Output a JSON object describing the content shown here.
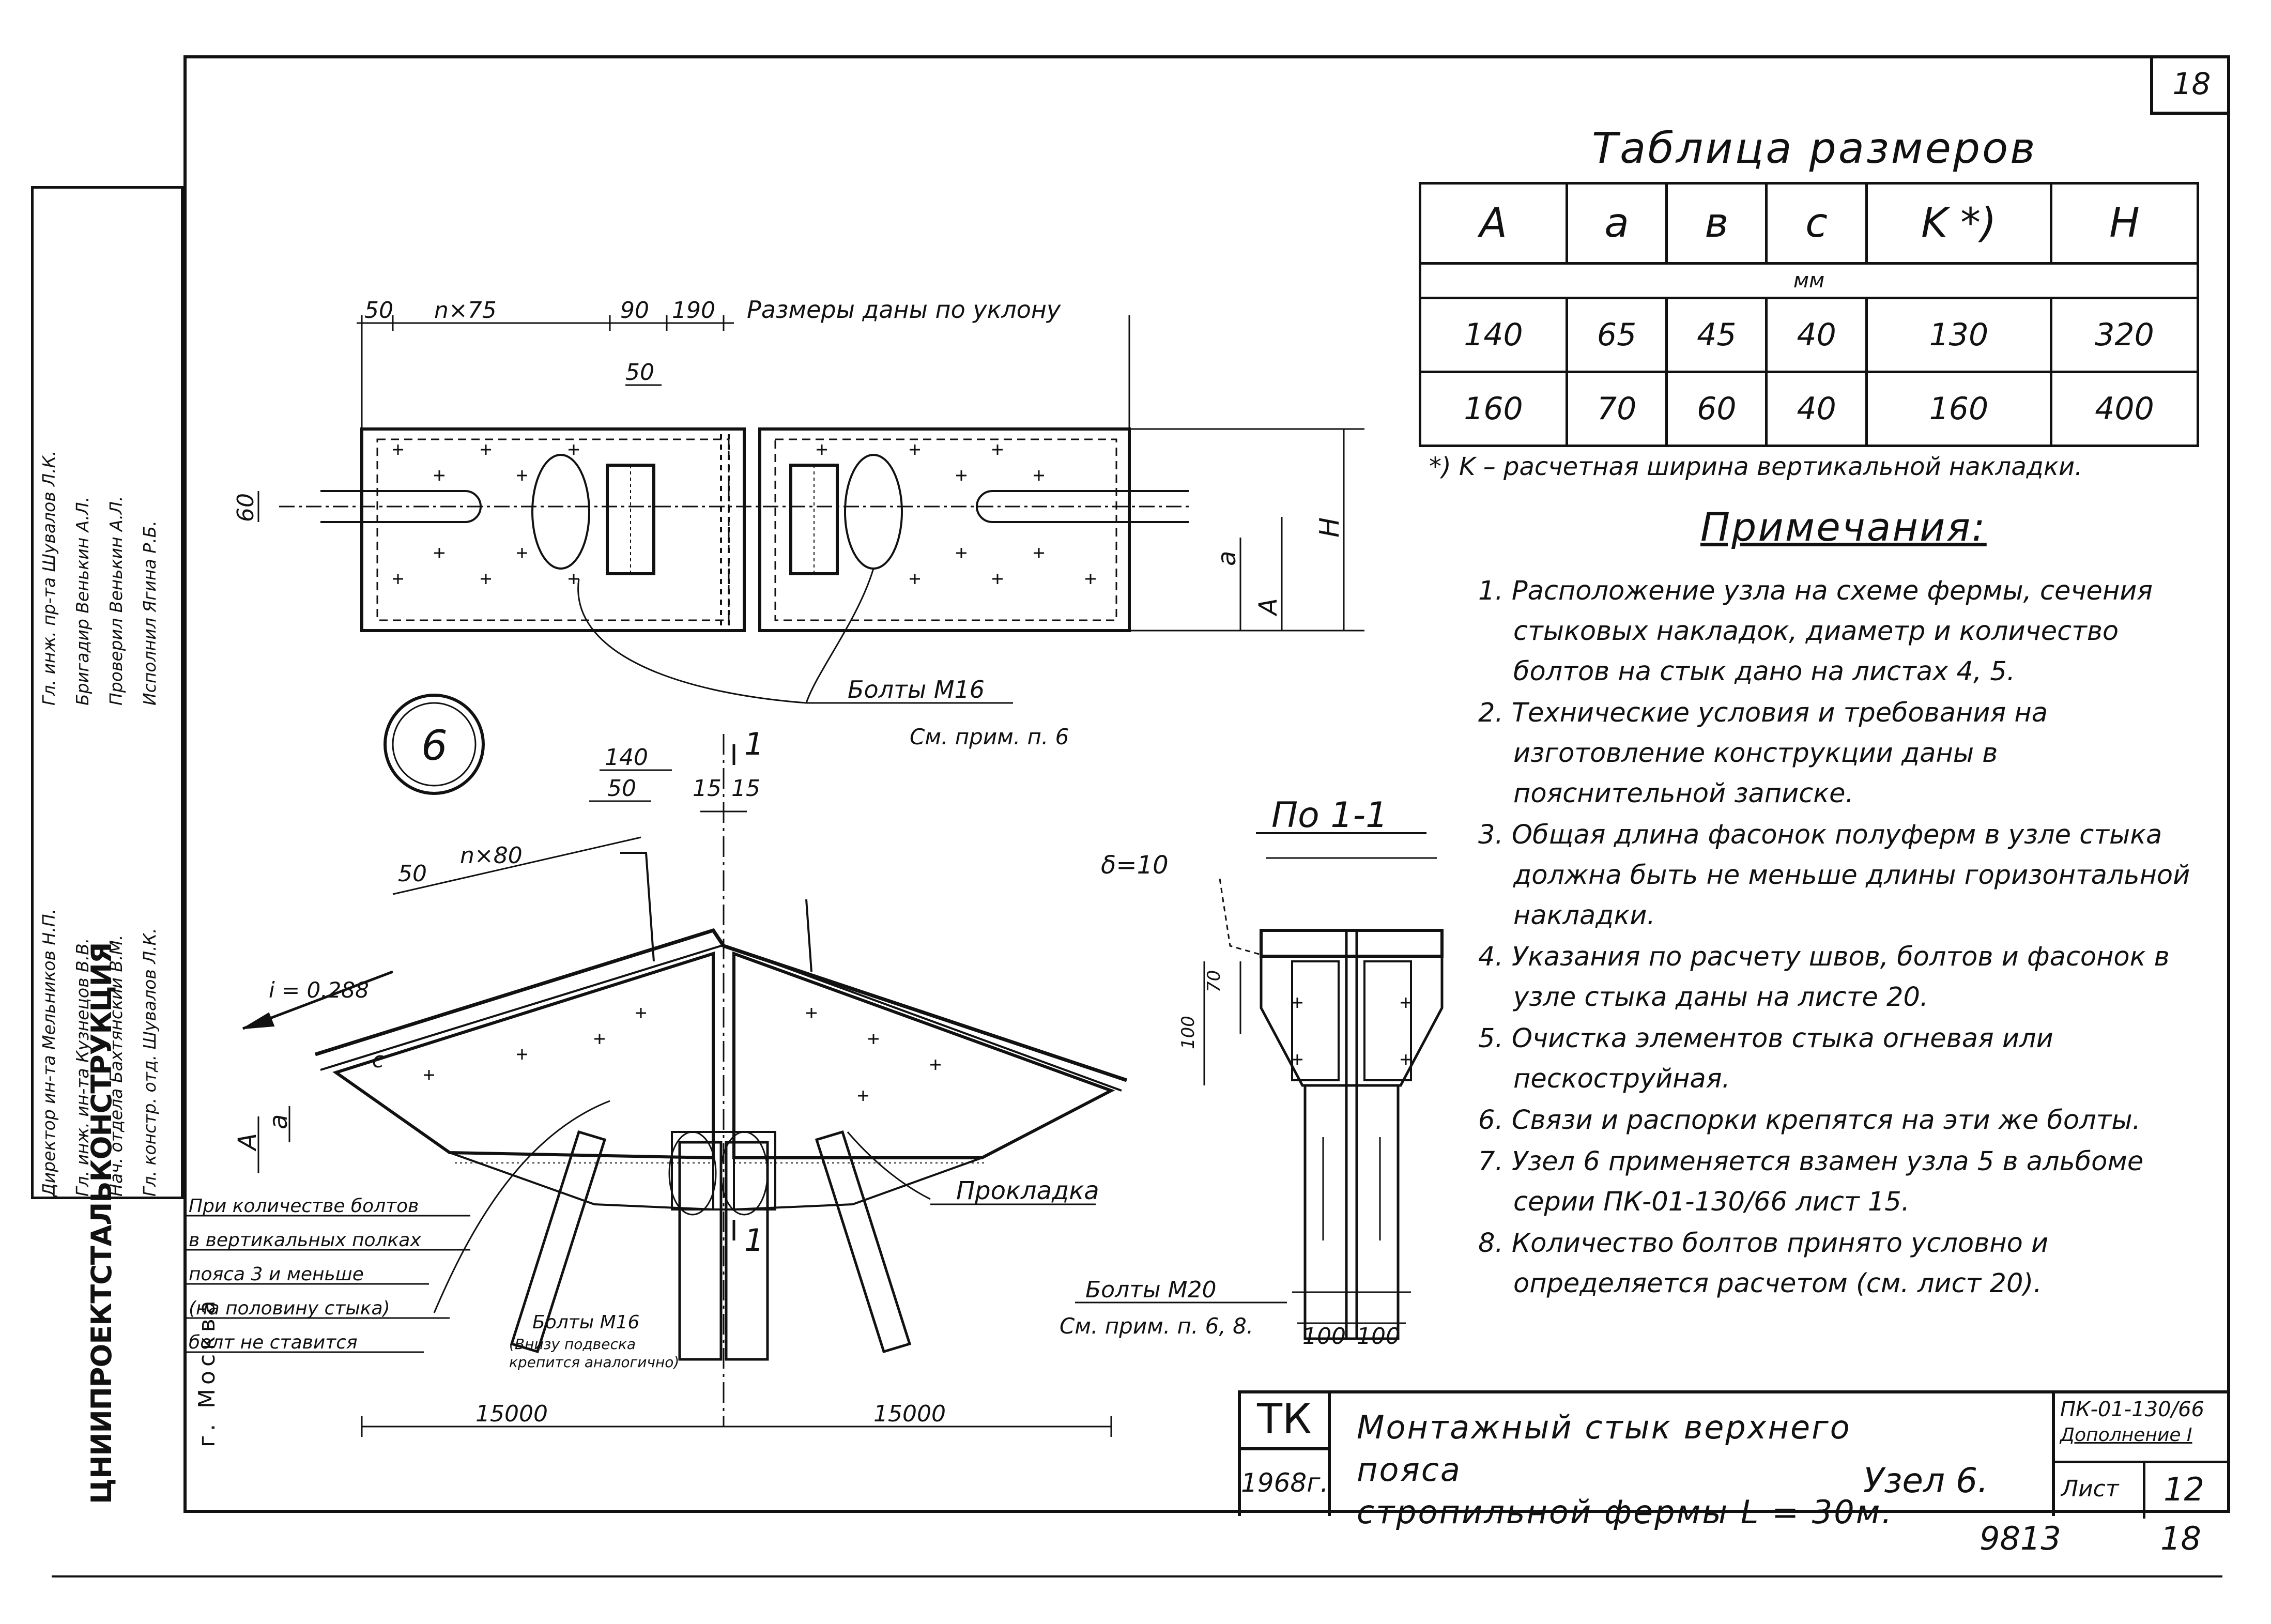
{
  "sheet_corner": "18",
  "dims_table": {
    "title": "Таблица   размеров",
    "headers": [
      "A",
      "a",
      "в",
      "c",
      "K *)",
      "H"
    ],
    "unit": "мм",
    "rows": [
      [
        "140",
        "65",
        "45",
        "40",
        "130",
        "320"
      ],
      [
        "160",
        "70",
        "60",
        "40",
        "160",
        "400"
      ]
    ],
    "footnote": "*) K – расчетная ширина вертикальной накладки."
  },
  "notes": {
    "title": "Примечания:",
    "items": [
      "1. Расположение узла на схеме фермы, сечения стыковых накладок, диаметр и количество болтов на стык дано на листах 4, 5.",
      "2. Технические условия и требования на изготовление конструкции даны в пояснительной записке.",
      "3. Общая длина фасонок полуферм в узле стыка должна быть не меньше длины горизонтальной накладки.",
      "4. Указания по расчету швов, болтов и фасонок в узле стыка даны на листе 20.",
      "5. Очистка элементов стыка огневая или пескоструйная.",
      "6. Связи и распорки крепятся на эти же болты.",
      "7. Узел 6 применяется взамен узла 5 в альбоме серии ПК-01-130/66 лист 15.",
      "8. Количество болтов принято условно и определяется расчетом (см. лист 20)."
    ]
  },
  "plan_view": {
    "dim_top": [
      "50",
      "n×75",
      "90",
      "190"
    ],
    "dim_note": "Размеры даны по уклону",
    "dim_50": "50",
    "dim_60": "60",
    "dim_a": "a",
    "dim_A": "A",
    "dim_H": "H",
    "bolts_label": "Болты M16",
    "bolts_ref": "См. прим. п. 6"
  },
  "elevation": {
    "node_label": "6",
    "dim_140": "140",
    "dim_50a": "50",
    "dim_15a": "15",
    "dim_15b": "15",
    "cut_top": "1",
    "cut_bottom": "1",
    "dim_50b": "50",
    "dim_n80": "n×80",
    "slope": "i = 0,288",
    "dim_A": "A",
    "dim_a": "a",
    "dim_c": "c",
    "note_lines": [
      "При количестве болтов",
      "в вертикальных полках",
      "пояса 3 и меньше",
      "(на половину стыка)",
      "болт не ставится"
    ],
    "bolts_label": "Болты M16",
    "bolts_note1": "(Внизу подвеска",
    "bolts_note2": "крепится аналогично)",
    "shim_label": "Прокладка",
    "span_left": "15000",
    "span_right": "15000"
  },
  "section": {
    "title": "По 1-1",
    "delta": "δ=10",
    "dim_70": "70",
    "dim_100": "100",
    "bolts_label": "Болты M20",
    "bolts_ref": "См. прим. п. 6, 8.",
    "dim_100a": "100",
    "dim_100b": "100"
  },
  "title_block": {
    "code": "ТК",
    "year": "1968г.",
    "title_line1": "Монтажный стык верхнего пояса",
    "title_line2": "стропильной фермы  L = 30м.",
    "node": "Узел 6.",
    "series": "ПК-01-130/66",
    "supplement": "Дополнение I",
    "sheet_label": "Лист",
    "sheet_no": "12"
  },
  "inventory_no": "9813",
  "page_no": "18",
  "organization": {
    "name": "ЦНИИПРОЕКТСТАЛЬКОНСТРУКЦИЯ",
    "city": "г. Москва"
  },
  "stamp_rows": [
    "Директор ин-та   Мельников Н.П.",
    "Гл. инж. ин-та   Кузнецов В.В.",
    "Нач. отдела   Бахтянский В.М.",
    "Гл. констр. отд.   Шувалов Л.К.",
    "Гл. инж. пр-та   Шувалов Л.К.",
    "Бригадир   Венькин А.Л.",
    "Проверил   Венькин А.Л.",
    "Исполнил   Ягина Р.Б."
  ]
}
